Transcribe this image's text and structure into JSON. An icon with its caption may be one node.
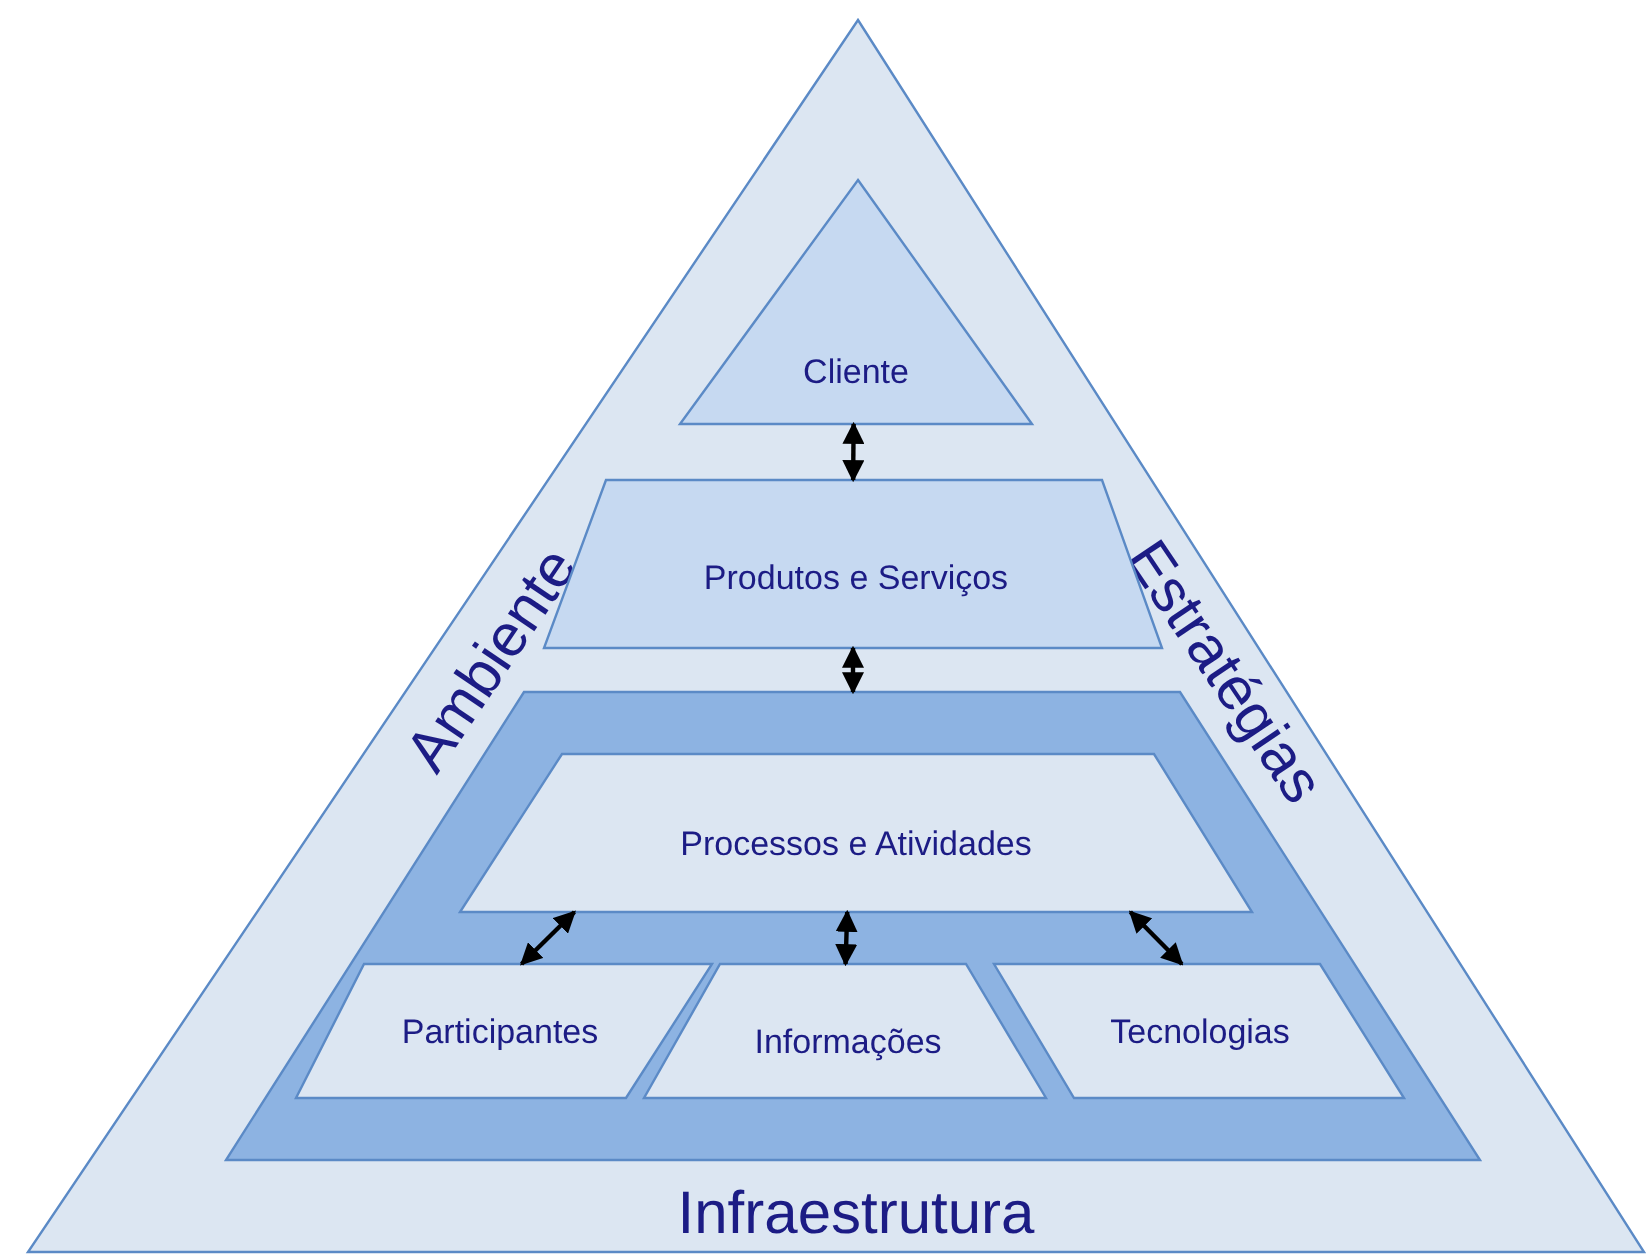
{
  "diagram": {
    "nodes": [
      {
        "text": [
          "Ambiente",
          "Estratégias",
          "Infraestrutura"
        ]
      },
      {
        "text": [
          "Cliente"
        ],
        "in": 0
      },
      {
        "text": [
          "Produtos e Serviços"
        ],
        "in": 0
      },
      {
        "text": [],
        "shape": "box",
        "in": 0
      },
      {
        "text": [
          "Processos e Atividades"
        ],
        "in": 3
      },
      {
        "text": [
          "Participantes"
        ],
        "in": 3
      },
      {
        "text": [
          "Informações"
        ],
        "in": 3
      },
      {
        "text": [
          "Tecnologias"
        ],
        "in": 3
      }
    ],
    "edges": [
      {
        "from": 1,
        "to": 2,
        "arrow": "both"
      },
      {
        "from": 2,
        "to": 3,
        "arrow": "both"
      },
      {
        "from": 4,
        "to": 5,
        "arrow": "both"
      },
      {
        "from": 4,
        "to": 6,
        "arrow": "both"
      },
      {
        "from": 4,
        "to": 7,
        "arrow": "both"
      }
    ]
  }
}
